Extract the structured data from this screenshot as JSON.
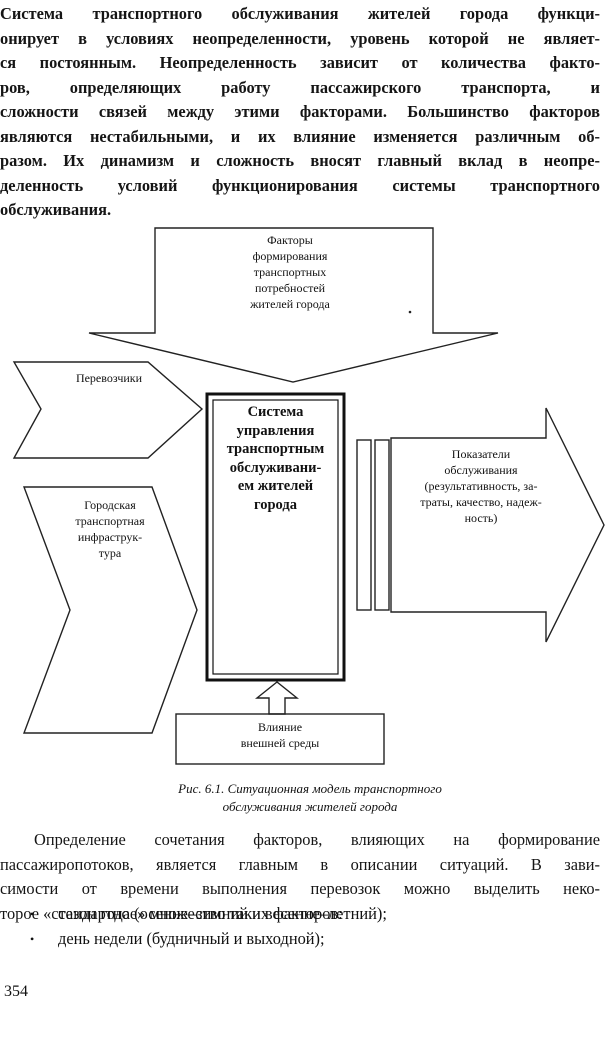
{
  "intro_paragraph": {
    "lines": [
      "Система транспортного обслуживания жителей города функци-",
      "онирует в условиях неопределенности, уровень которой не являет-",
      "ся постоянным. Неопределенность зависит от количества факто-",
      "ров, определяющих работу пассажирского транспорта, и",
      "сложности связей между этими факторами. Большинство факторов",
      "являются нестабильными, и их влияние изменяется различным об-",
      "разом. Их динамизм и сложность вносят главный вклад в неопре-",
      "деленность условий функционирования системы транспортного",
      "обслуживания."
    ]
  },
  "diagram": {
    "top_factors": [
      "Факторы",
      "формирования",
      "транспортных",
      "потребностей",
      "жителей города"
    ],
    "carriers": "Перевозчики",
    "infrastructure": [
      "Городская",
      "транспортная",
      "инфраструк-",
      "тура"
    ],
    "center_system": [
      "Система",
      "управления",
      "транспортным",
      "обслуживани-",
      "ем жителей",
      "города"
    ],
    "indicators": [
      "Показатели",
      "обслуживания",
      "(результативность, за-",
      "траты, качество, надеж-",
      "ность)"
    ],
    "environment": [
      "Влияние",
      "внешней среды"
    ]
  },
  "caption": {
    "line1": "Рис. 6.1. Ситуационная модель транспортного",
    "line2": "обслуживания жителей города"
  },
  "second_paragraph": {
    "lines": [
      "Определение сочетания факторов, влияющих на формирование",
      "пассажиропотоков, является главным в описании ситуаций. В зави-",
      "симости от времени выполнения перевозок можно выделить неко-",
      "торое «стандартное» множество таких факторов:"
    ]
  },
  "bullets": [
    "сезон года (осенне–зимний и весенне–летний);",
    "день недели (будничный и выходной);"
  ],
  "page_number": "354"
}
